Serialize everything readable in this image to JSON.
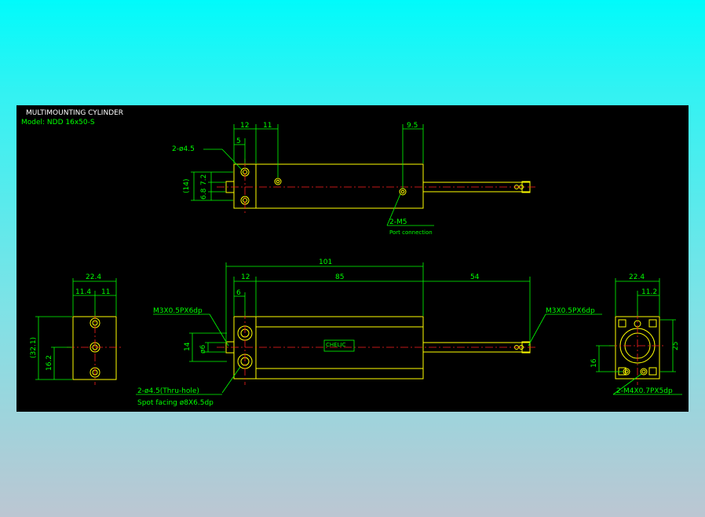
{
  "title": "MULTIMOUNTING CYLINDER",
  "model": "Model: NDD 16x50-S",
  "colors": {
    "background_top": "#00fbfb",
    "drawing_bg": "#000000",
    "outline": "#ffff00",
    "dimension": "#00ff00",
    "centerline": "#ff2020",
    "title_text": "#ffffff"
  },
  "top_view": {
    "dims": {
      "d12": "12",
      "d11": "11",
      "d5": "5",
      "d95": "9.5",
      "d14": "(14)",
      "d6": "6.8",
      "d72": "7.2"
    },
    "hole_label": "2-ø4.5",
    "port_label": "2-M5",
    "port_note": "Port connection"
  },
  "front_view": {
    "dims": {
      "d101": "101",
      "d12": "12",
      "d85": "85",
      "d54": "54",
      "d6": "6",
      "d14": "14",
      "dphi6": "ø6"
    },
    "thread_left": "M3X0.5PX6dp",
    "thread_right": "M3X0.5PX6dp",
    "hole_label": "2-ø4.5(Thru-hole)",
    "spot_label": "Spot facing ø8X6.5dp",
    "brand": "CHELIC"
  },
  "left_view": {
    "dims": {
      "d224": "22.4",
      "d114": "11.4",
      "d11": "11",
      "d321": "(32.1)",
      "d162": "16.2"
    }
  },
  "right_view": {
    "dims": {
      "d224": "22.4",
      "d112": "11.2",
      "d25": "25",
      "d16": "16"
    },
    "thread_label": "2-M4X0.7PX5dp"
  }
}
